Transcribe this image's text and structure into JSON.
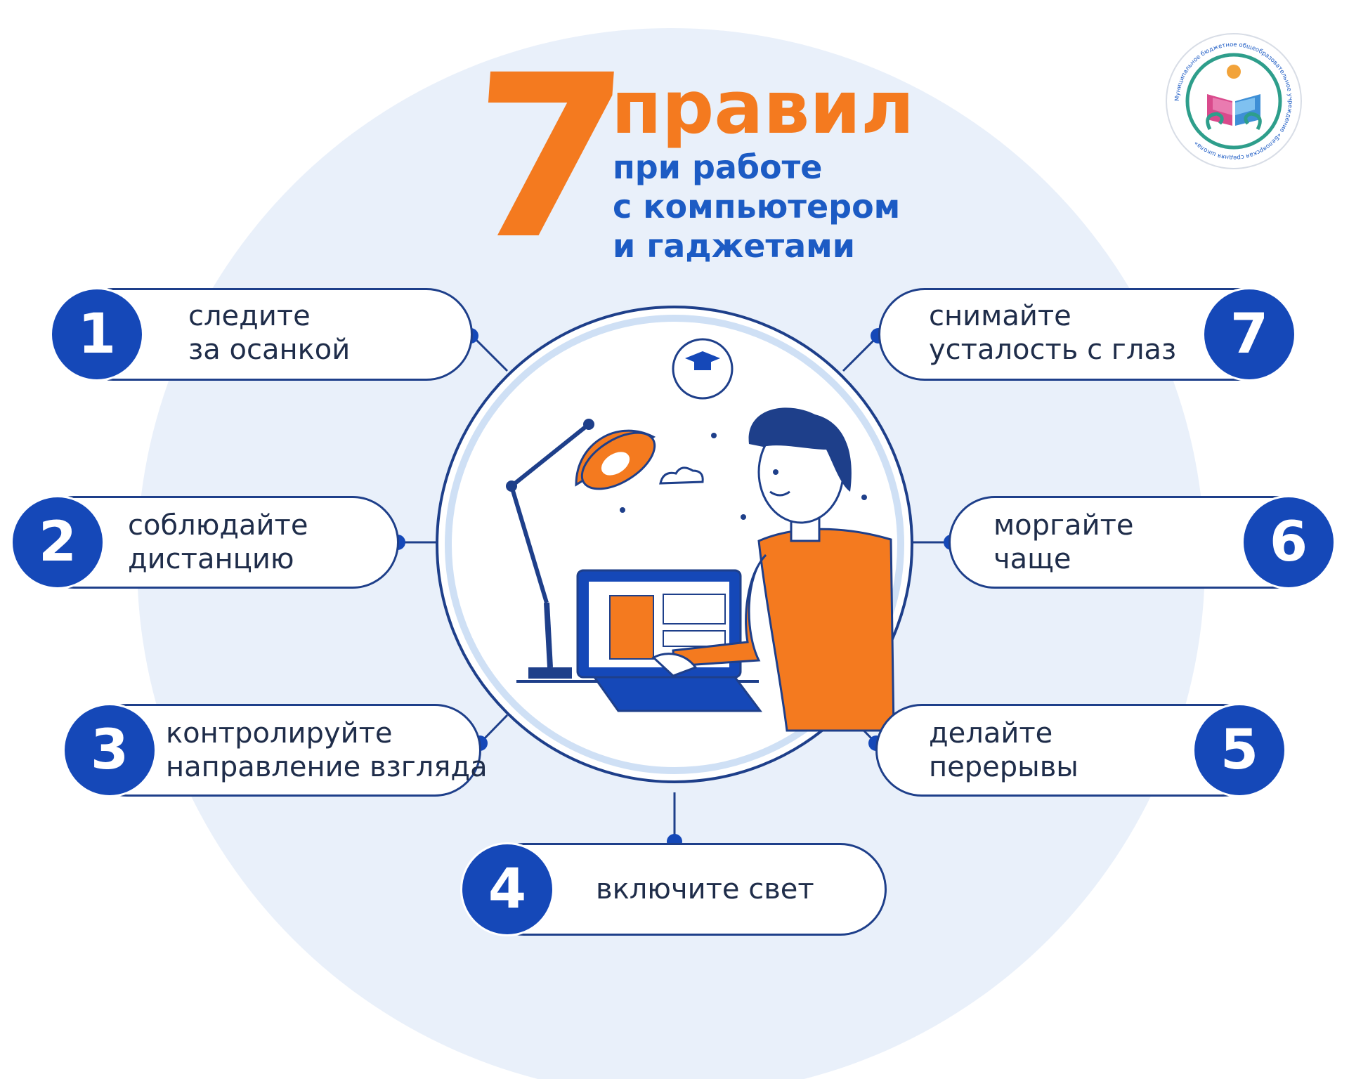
{
  "title": {
    "number": "7",
    "word": "правил",
    "subtitle_lines": [
      "при работе",
      "с компьютером",
      "и гаджетами"
    ]
  },
  "rules": [
    {
      "number": "1",
      "lines": [
        "следите",
        "за осанкой"
      ]
    },
    {
      "number": "2",
      "lines": [
        "соблюдайте",
        "дистанцию"
      ]
    },
    {
      "number": "3",
      "lines": [
        "контролируйте",
        "направление взгляда"
      ]
    },
    {
      "number": "4",
      "lines": [
        "включите свет"
      ]
    },
    {
      "number": "5",
      "lines": [
        "делайте",
        "перерывы"
      ]
    },
    {
      "number": "6",
      "lines": [
        "моргайте",
        "чаще"
      ]
    },
    {
      "number": "7",
      "lines": [
        "снимайте",
        "усталость с глаз"
      ]
    }
  ],
  "logo": {
    "text": "Муниципальное бюджетное общеобразовательное учреждение «Белоярская средняя школа»"
  },
  "colors": {
    "orange": "#F47A1F",
    "blue": "#1548B8",
    "title_blue": "#1C5BC4",
    "navy": "#1E3F8A",
    "background_circle": "#E9F0FA"
  }
}
